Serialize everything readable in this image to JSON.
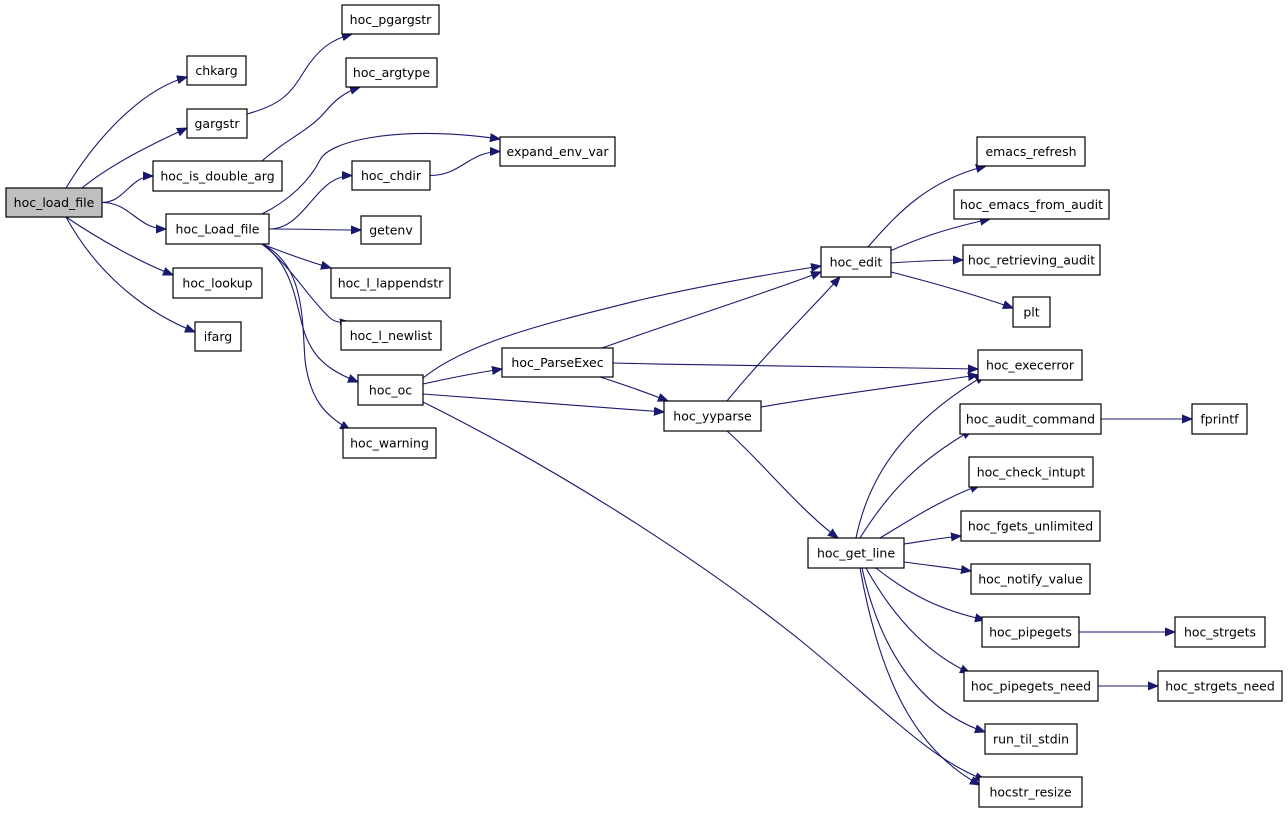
{
  "diagram": {
    "root": "hoc_load_file",
    "nodes": [
      {
        "id": "hoc_load_file",
        "label": "hoc_load_file",
        "root": true
      },
      {
        "id": "chkarg",
        "label": "chkarg"
      },
      {
        "id": "gargstr",
        "label": "gargstr"
      },
      {
        "id": "hoc_is_double_arg",
        "label": "hoc_is_double_arg"
      },
      {
        "id": "hoc_Load_file",
        "label": "hoc_Load_file"
      },
      {
        "id": "hoc_lookup",
        "label": "hoc_lookup"
      },
      {
        "id": "ifarg",
        "label": "ifarg"
      },
      {
        "id": "hoc_pgargstr",
        "label": "hoc_pgargstr"
      },
      {
        "id": "hoc_argtype",
        "label": "hoc_argtype"
      },
      {
        "id": "expand_env_var",
        "label": "expand_env_var"
      },
      {
        "id": "hoc_chdir",
        "label": "hoc_chdir"
      },
      {
        "id": "getenv",
        "label": "getenv"
      },
      {
        "id": "hoc_l_lappendstr",
        "label": "hoc_l_lappendstr"
      },
      {
        "id": "hoc_l_newlist",
        "label": "hoc_l_newlist"
      },
      {
        "id": "hoc_oc",
        "label": "hoc_oc"
      },
      {
        "id": "hoc_warning",
        "label": "hoc_warning"
      },
      {
        "id": "hoc_ParseExec",
        "label": "hoc_ParseExec"
      },
      {
        "id": "hoc_yyparse",
        "label": "hoc_yyparse"
      },
      {
        "id": "hoc_edit",
        "label": "hoc_edit"
      },
      {
        "id": "hoc_get_line",
        "label": "hoc_get_line"
      },
      {
        "id": "emacs_refresh",
        "label": "emacs_refresh"
      },
      {
        "id": "hoc_emacs_from_audit",
        "label": "hoc_emacs_from_audit"
      },
      {
        "id": "hoc_retrieving_audit",
        "label": "hoc_retrieving_audit"
      },
      {
        "id": "plt",
        "label": "plt"
      },
      {
        "id": "hoc_execerror",
        "label": "hoc_execerror"
      },
      {
        "id": "hoc_audit_command",
        "label": "hoc_audit_command"
      },
      {
        "id": "hoc_check_intupt",
        "label": "hoc_check_intupt"
      },
      {
        "id": "hoc_fgets_unlimited",
        "label": "hoc_fgets_unlimited"
      },
      {
        "id": "hoc_notify_value",
        "label": "hoc_notify_value"
      },
      {
        "id": "hoc_pipegets",
        "label": "hoc_pipegets"
      },
      {
        "id": "hoc_pipegets_need",
        "label": "hoc_pipegets_need"
      },
      {
        "id": "run_til_stdin",
        "label": "run_til_stdin"
      },
      {
        "id": "hocstr_resize",
        "label": "hocstr_resize"
      },
      {
        "id": "fprintf",
        "label": "fprintf"
      },
      {
        "id": "hoc_strgets",
        "label": "hoc_strgets"
      },
      {
        "id": "hoc_strgets_need",
        "label": "hoc_strgets_need"
      }
    ],
    "edges": [
      [
        "hoc_load_file",
        "chkarg"
      ],
      [
        "hoc_load_file",
        "gargstr"
      ],
      [
        "hoc_load_file",
        "hoc_is_double_arg"
      ],
      [
        "hoc_load_file",
        "hoc_Load_file"
      ],
      [
        "hoc_load_file",
        "hoc_lookup"
      ],
      [
        "hoc_load_file",
        "ifarg"
      ],
      [
        "gargstr",
        "hoc_pgargstr"
      ],
      [
        "hoc_is_double_arg",
        "hoc_argtype"
      ],
      [
        "hoc_Load_file",
        "expand_env_var"
      ],
      [
        "hoc_Load_file",
        "hoc_chdir"
      ],
      [
        "hoc_Load_file",
        "getenv"
      ],
      [
        "hoc_Load_file",
        "hoc_l_lappendstr"
      ],
      [
        "hoc_Load_file",
        "hoc_l_newlist"
      ],
      [
        "hoc_Load_file",
        "hoc_oc"
      ],
      [
        "hoc_Load_file",
        "hoc_warning"
      ],
      [
        "hoc_chdir",
        "expand_env_var"
      ],
      [
        "hoc_oc",
        "hoc_edit"
      ],
      [
        "hoc_oc",
        "hoc_ParseExec"
      ],
      [
        "hoc_oc",
        "hoc_yyparse"
      ],
      [
        "hoc_oc",
        "hocstr_resize"
      ],
      [
        "hoc_ParseExec",
        "hoc_edit"
      ],
      [
        "hoc_ParseExec",
        "hoc_execerror"
      ],
      [
        "hoc_ParseExec",
        "hoc_yyparse"
      ],
      [
        "hoc_yyparse",
        "hoc_edit"
      ],
      [
        "hoc_yyparse",
        "hoc_execerror"
      ],
      [
        "hoc_yyparse",
        "hoc_get_line"
      ],
      [
        "hoc_edit",
        "emacs_refresh"
      ],
      [
        "hoc_edit",
        "hoc_emacs_from_audit"
      ],
      [
        "hoc_edit",
        "hoc_retrieving_audit"
      ],
      [
        "hoc_edit",
        "plt"
      ],
      [
        "hoc_get_line",
        "hoc_execerror"
      ],
      [
        "hoc_get_line",
        "hoc_audit_command"
      ],
      [
        "hoc_get_line",
        "hoc_check_intupt"
      ],
      [
        "hoc_get_line",
        "hoc_fgets_unlimited"
      ],
      [
        "hoc_get_line",
        "hoc_notify_value"
      ],
      [
        "hoc_get_line",
        "hoc_pipegets"
      ],
      [
        "hoc_get_line",
        "hoc_pipegets_need"
      ],
      [
        "hoc_get_line",
        "run_til_stdin"
      ],
      [
        "hoc_get_line",
        "hocstr_resize"
      ],
      [
        "hoc_audit_command",
        "fprintf"
      ],
      [
        "hoc_pipegets",
        "hoc_strgets"
      ],
      [
        "hoc_pipegets_need",
        "hoc_strgets_need"
      ]
    ]
  },
  "colors": {
    "edge": "#191970",
    "node_border": "#000000",
    "node_fill": "#ffffff",
    "root_fill": "#bfbfbf"
  }
}
